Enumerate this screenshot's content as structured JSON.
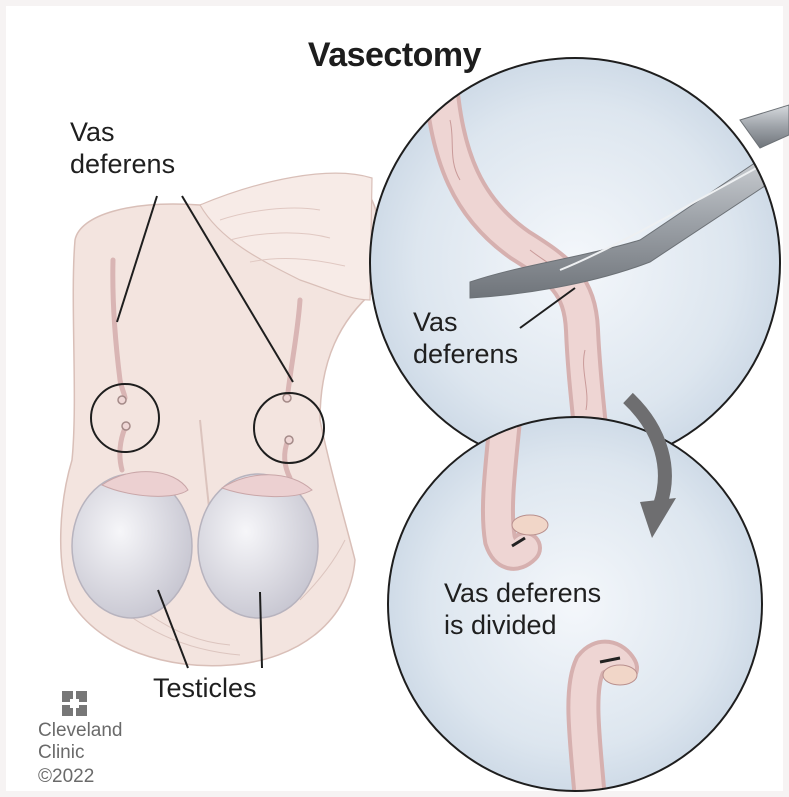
{
  "title": "Vasectomy",
  "labels": {
    "vas_left_line1": "Vas",
    "vas_left_line2": "deferens",
    "vas_circle_line1": "Vas",
    "vas_circle_line2": "deferens",
    "divided_line1": "Vas deferens",
    "divided_line2": "is divided",
    "testicles": "Testicles"
  },
  "logo": {
    "name_line1": "Cleveland",
    "name_line2": "Clinic",
    "copyright": "©2022"
  },
  "colors": {
    "skin": "#f3e4df",
    "tube": "#e9c9c6",
    "testicle": "#e6e6ec",
    "circle_bg": "#dbe4ee",
    "instrument": "#a9adb2",
    "arrow": "#6e6e70"
  }
}
